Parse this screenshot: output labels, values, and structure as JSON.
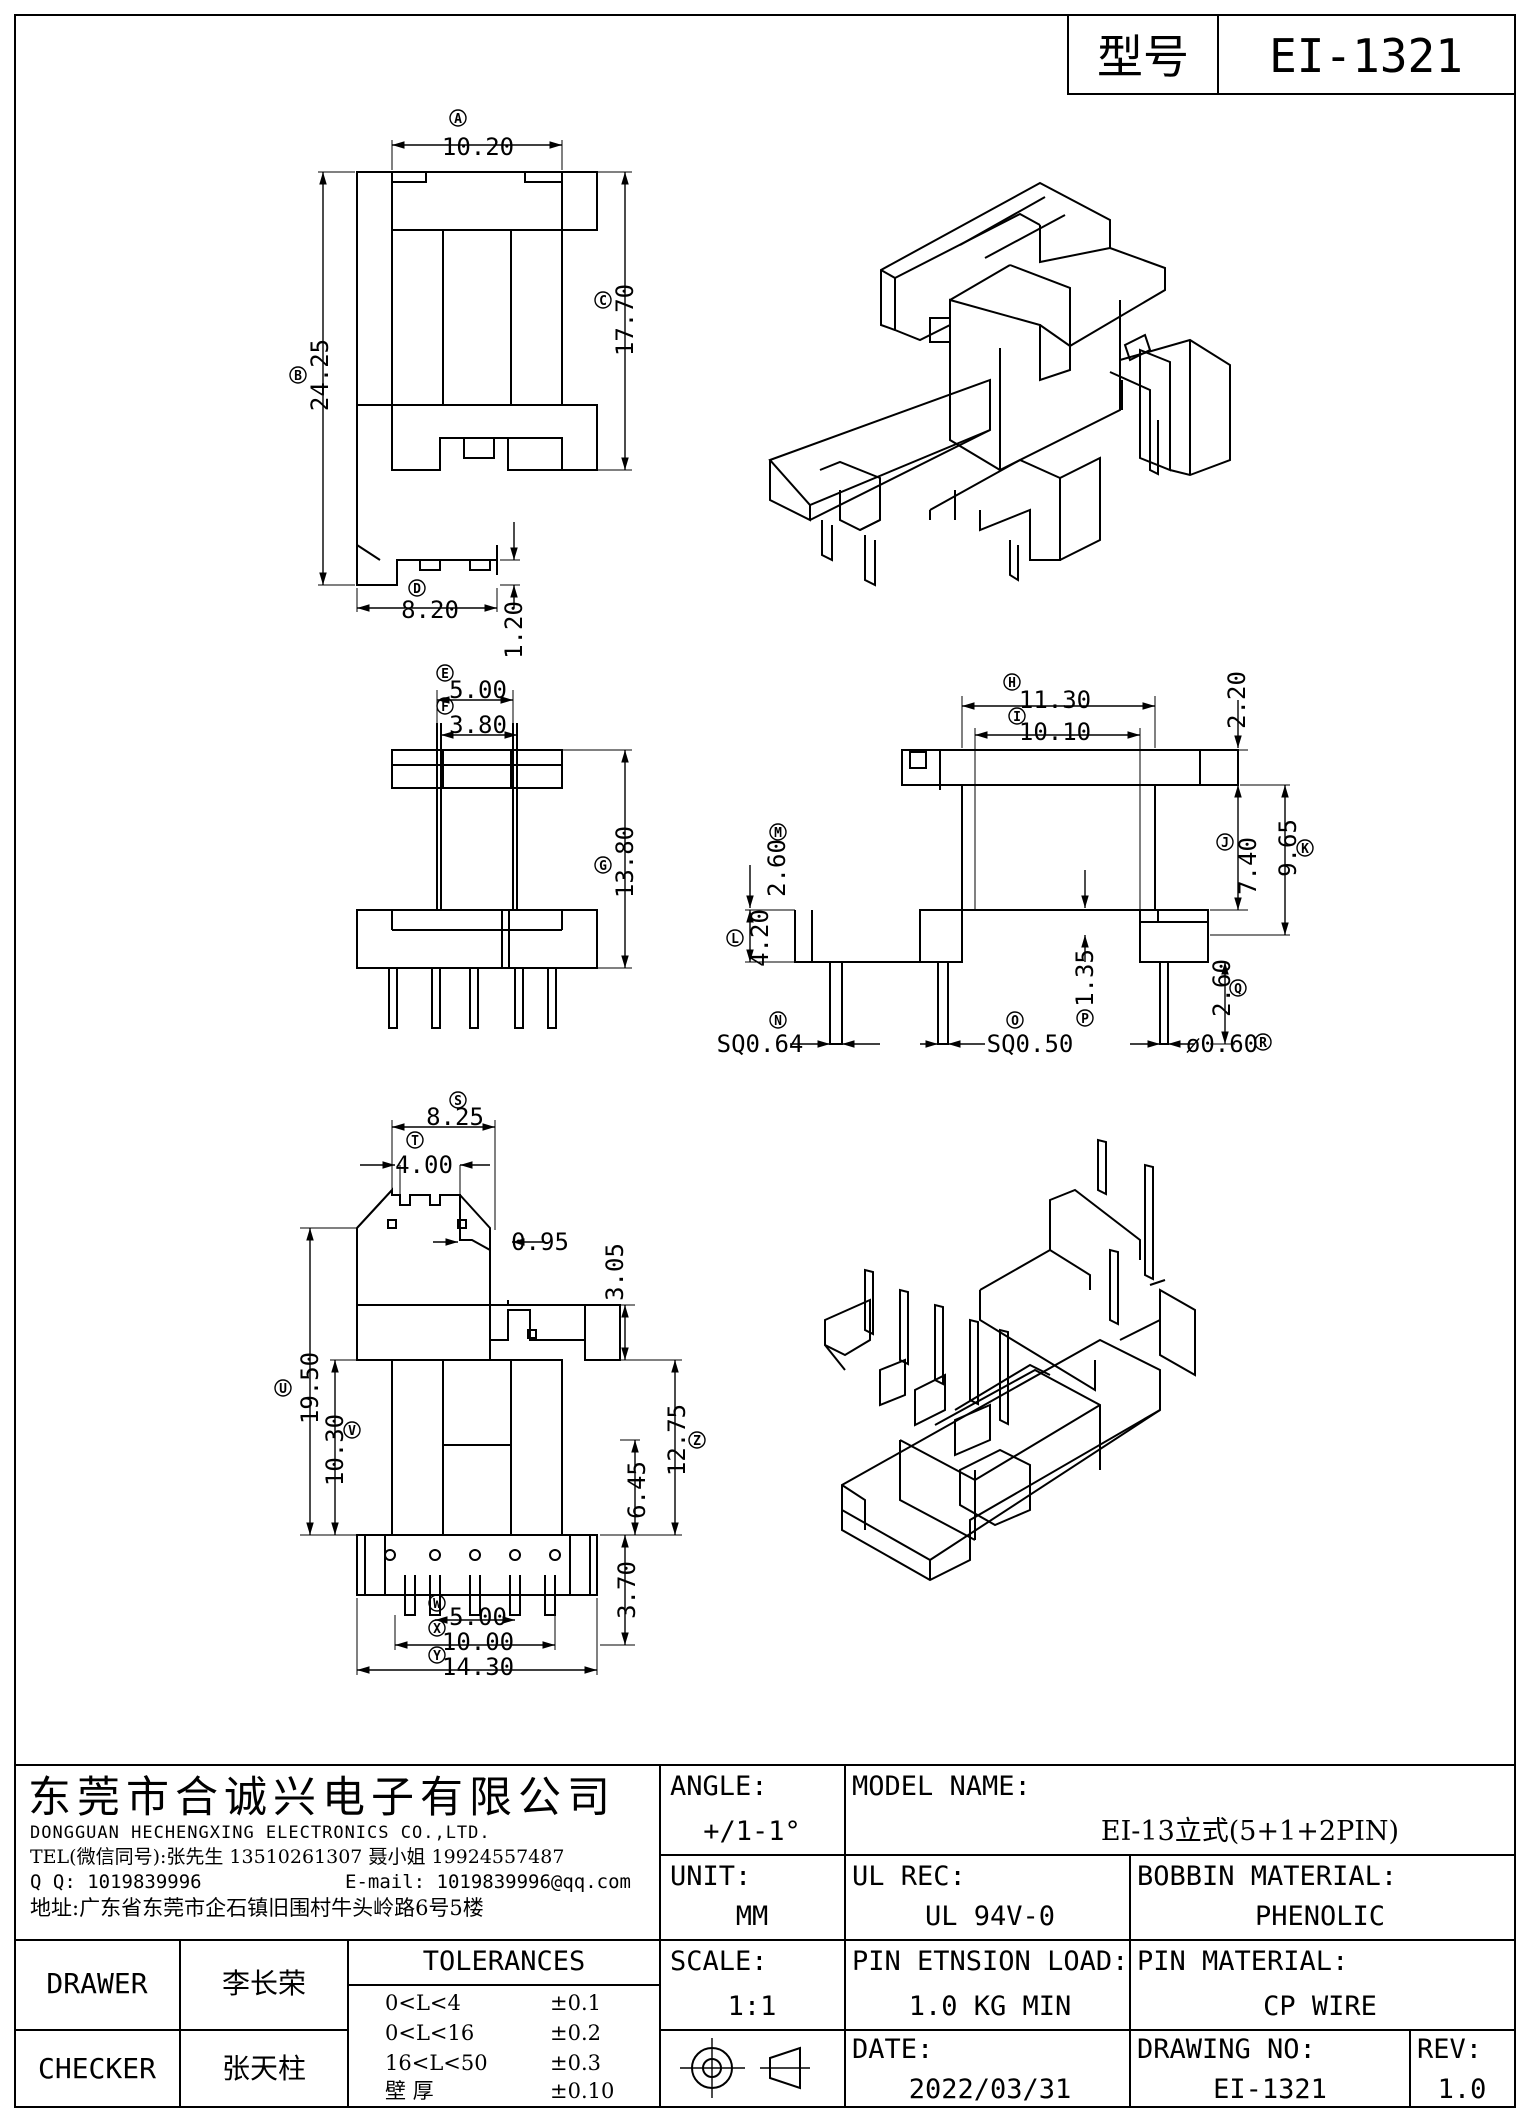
{
  "header": {
    "model_label": "型号",
    "model_value": "EI-1321"
  },
  "dims": {
    "A": "10.20",
    "B": "24.25",
    "C": "17.70",
    "D": "8.20",
    "d120": "1.20",
    "E": "5.00",
    "F": "3.80",
    "G": "13.80",
    "H": "11.30",
    "I": "10.10",
    "d220": "2.20",
    "J": "7.40",
    "K": "9.65",
    "M": "2.60",
    "L": "4.20",
    "P": "1.35",
    "Q": "2.60",
    "N": "SQ0.64",
    "O": "SQ0.50",
    "R": "ø0.60",
    "S": "8.25",
    "T": "4.00",
    "d095": "0.95",
    "d305": "3.05",
    "U": "19.50",
    "V": "10.30",
    "Z": "12.75",
    "d645": "6.45",
    "W": "5.00",
    "X": "10.00",
    "Y": "14.30",
    "d370": "3.70"
  },
  "circles": [
    "A",
    "B",
    "C",
    "D",
    "E",
    "F",
    "G",
    "H",
    "I",
    "J",
    "K",
    "M",
    "L",
    "N",
    "O",
    "P",
    "Q",
    "R",
    "S",
    "T",
    "U",
    "V",
    "W",
    "X",
    "Y",
    "Z"
  ],
  "company": {
    "name_cn": "东莞市合诚兴电子有限公司",
    "name_en": "DONGGUAN HECHENGXING ELECTRONICS CO.,LTD.",
    "tel": "TEL(微信同号):张先生 13510261307 聂小姐 19924557487",
    "qq": "Q Q: 1019839996",
    "email": "E-mail: 1019839996@qq.com",
    "address": "地址:广东省东莞市企石镇旧围村牛头岭路6号5楼"
  },
  "title_block": {
    "angle_label": "ANGLE:",
    "angle_value": "+/1-1°",
    "model_name_label": "MODEL NAME:",
    "model_name_value": "EI-13立式(5+1+2PIN)",
    "unit_label": "UNIT:",
    "unit_value": "MM",
    "ul_label": "UL REC:",
    "ul_value": "UL 94V-0",
    "bobbin_label": "BOBBIN MATERIAL:",
    "bobbin_value": "PHENOLIC",
    "scale_label": "SCALE:",
    "scale_value": "1:1",
    "pin_load_label": "PIN ETNSION LOAD:",
    "pin_load_value": "1.0 KG MIN",
    "pin_mat_label": "PIN MATERIAL:",
    "pin_mat_value": "CP WIRE",
    "date_label": "DATE:",
    "date_value": "2022/03/31",
    "drawing_no_label": "DRAWING NO:",
    "drawing_no_value": "EI-1321",
    "rev_label": "REV:",
    "rev_value": "1.0",
    "drawer_label": "DRAWER",
    "drawer_value": "李长荣",
    "checker_label": "CHECKER",
    "checker_value": "张天柱",
    "tolerances_label": "TOLERANCES",
    "tolerances": [
      {
        "range": "0<L<4",
        "value": "±0.1"
      },
      {
        "range": "0<L<16",
        "value": "±0.2"
      },
      {
        "range": "16<L<50",
        "value": "±0.3"
      },
      {
        "range": "壁   厚",
        "value": "±0.10"
      }
    ]
  }
}
